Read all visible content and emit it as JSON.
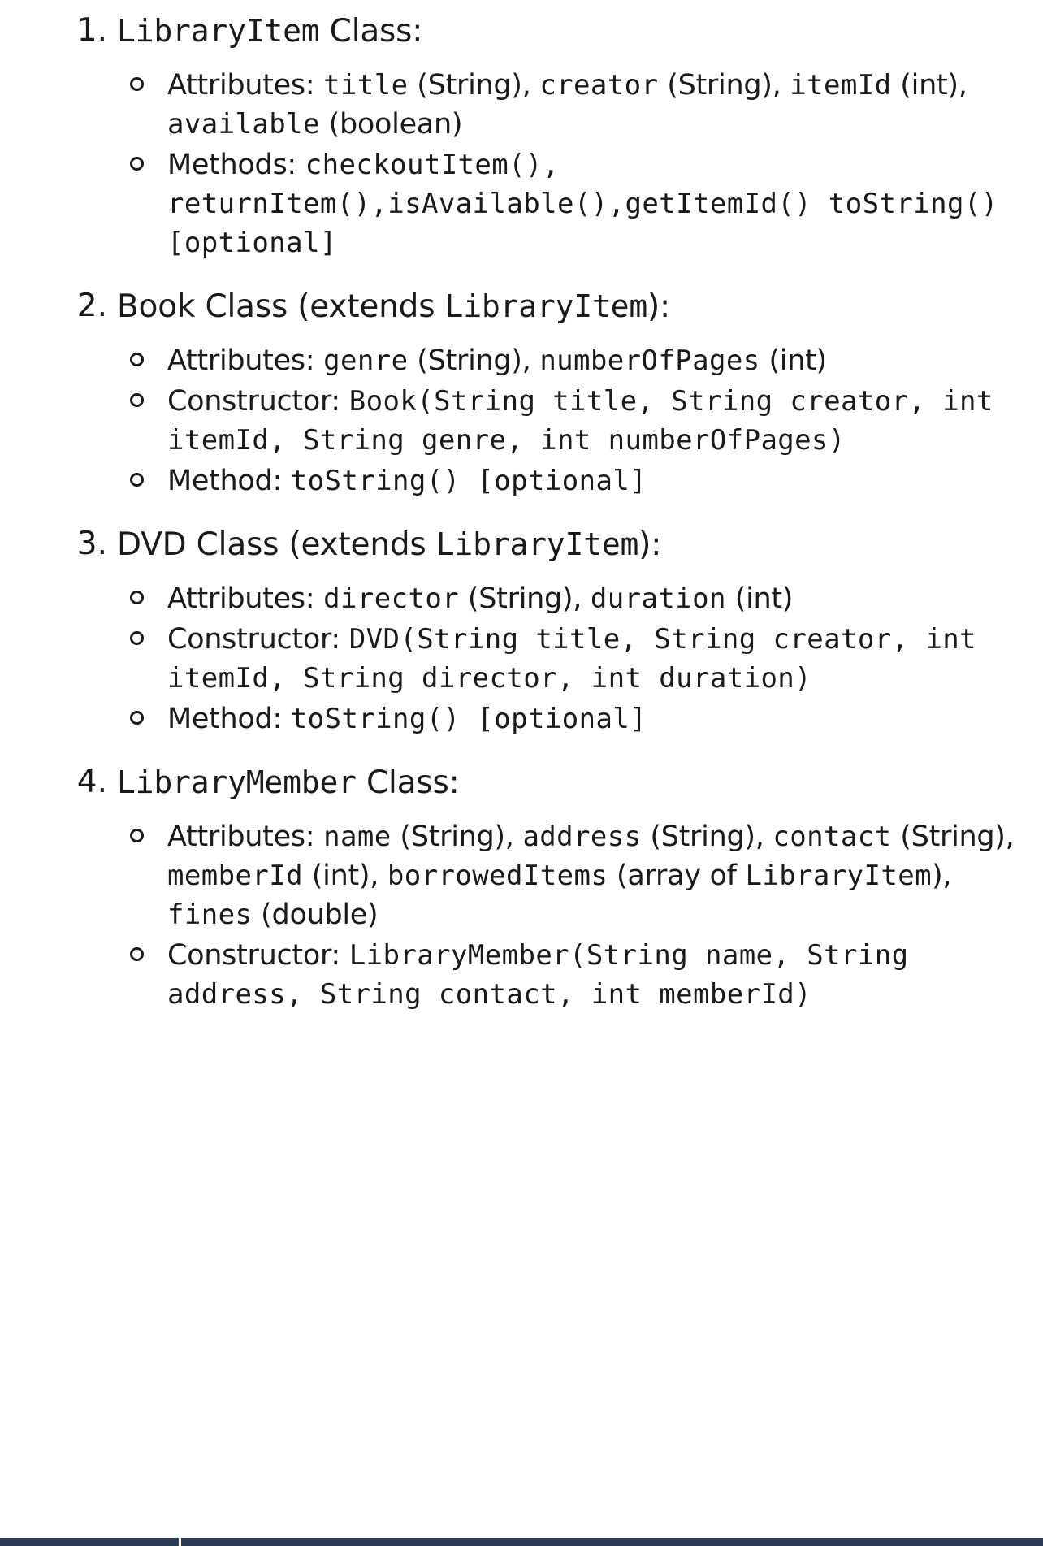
{
  "document": {
    "sections": [
      {
        "marker": "1.",
        "heading_parts": [
          {
            "text": "LibraryItem",
            "mono": true
          },
          {
            "text": " Class:",
            "mono": false
          }
        ],
        "items": [
          {
            "parts": [
              {
                "text": "Attributes: ",
                "mono": false
              },
              {
                "text": "title",
                "mono": true
              },
              {
                "text": " (String), ",
                "mono": false
              },
              {
                "text": "creator",
                "mono": true
              },
              {
                "text": " (String), ",
                "mono": false
              },
              {
                "text": "itemId",
                "mono": true
              },
              {
                "text": " (int), ",
                "mono": false
              },
              {
                "text": "available",
                "mono": true
              },
              {
                "text": " (boolean)",
                "mono": false
              }
            ]
          },
          {
            "parts": [
              {
                "text": "Methods: ",
                "mono": false
              },
              {
                "text": "checkoutItem(), returnItem(),isAvailable(),getItemId() toString() [optional]",
                "mono": true
              }
            ]
          }
        ]
      },
      {
        "marker": "2.",
        "heading_parts": [
          {
            "text": "Book Class (extends ",
            "mono": false
          },
          {
            "text": "LibraryItem",
            "mono": true
          },
          {
            "text": "):",
            "mono": false
          }
        ],
        "items": [
          {
            "parts": [
              {
                "text": "Attributes: ",
                "mono": false
              },
              {
                "text": "genre",
                "mono": true
              },
              {
                "text": " (String), ",
                "mono": false
              },
              {
                "text": "numberOfPages",
                "mono": true
              },
              {
                "text": " (int)",
                "mono": false
              }
            ]
          },
          {
            "parts": [
              {
                "text": "Constructor: ",
                "mono": false
              },
              {
                "text": "Book(String title, String creator, int itemId, String genre, int numberOfPages)",
                "mono": true
              }
            ]
          },
          {
            "parts": [
              {
                "text": "Method: ",
                "mono": false
              },
              {
                "text": "toString() [optional]",
                "mono": true
              }
            ]
          }
        ]
      },
      {
        "marker": "3.",
        "heading_parts": [
          {
            "text": "DVD Class (extends ",
            "mono": false
          },
          {
            "text": "LibraryItem",
            "mono": true
          },
          {
            "text": "):",
            "mono": false
          }
        ],
        "items": [
          {
            "parts": [
              {
                "text": "Attributes: ",
                "mono": false
              },
              {
                "text": "director",
                "mono": true
              },
              {
                "text": " (String), ",
                "mono": false
              },
              {
                "text": "duration",
                "mono": true
              },
              {
                "text": " (int)",
                "mono": false
              }
            ]
          },
          {
            "parts": [
              {
                "text": "Constructor: ",
                "mono": false
              },
              {
                "text": "DVD(String title, String creator, int itemId, String director, int duration)",
                "mono": true
              }
            ]
          },
          {
            "parts": [
              {
                "text": "Method: ",
                "mono": false
              },
              {
                "text": "toString() [optional]",
                "mono": true
              }
            ]
          }
        ]
      },
      {
        "marker": "4.",
        "heading_parts": [
          {
            "text": "LibraryMember",
            "mono": true
          },
          {
            "text": " Class:",
            "mono": false
          }
        ],
        "items": [
          {
            "parts": [
              {
                "text": "Attributes: ",
                "mono": false
              },
              {
                "text": "name",
                "mono": true
              },
              {
                "text": " (String), ",
                "mono": false
              },
              {
                "text": "address",
                "mono": true
              },
              {
                "text": " (String), ",
                "mono": false
              },
              {
                "text": "contact",
                "mono": true
              },
              {
                "text": " (String), ",
                "mono": false
              },
              {
                "text": "memberId",
                "mono": true
              },
              {
                "text": " (int), ",
                "mono": false
              },
              {
                "text": "borrowedItems",
                "mono": true
              },
              {
                "text": " (array of ",
                "mono": false
              },
              {
                "text": "LibraryItem",
                "mono": true
              },
              {
                "text": "), ",
                "mono": false
              },
              {
                "text": "fines",
                "mono": true
              },
              {
                "text": " (double)",
                "mono": false
              }
            ]
          },
          {
            "parts": [
              {
                "text": "Constructor: ",
                "mono": false
              },
              {
                "text": "LibraryMember(String name, String address, String contact, int memberId)",
                "mono": true
              }
            ]
          }
        ]
      }
    ]
  },
  "footer": {
    "bar_color": "#2b3a55"
  }
}
